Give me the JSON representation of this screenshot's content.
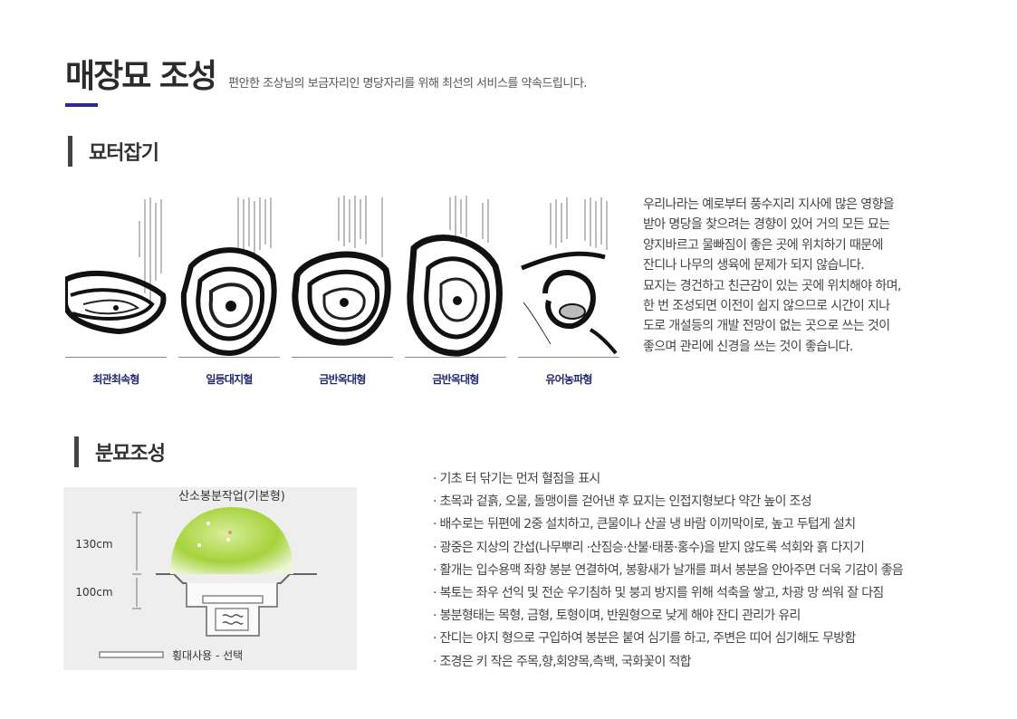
{
  "page": {
    "title": "매장묘 조성",
    "subtitle": "편안한 조상님의 보금자리인 명당자리를 위해 최선의 서비스를 약속드립니다."
  },
  "section1": {
    "title": "묘터잡기",
    "maps": [
      {
        "label": "최관최속형",
        "icon": "feng-shui-map-icon"
      },
      {
        "label": "일등대지혈",
        "icon": "feng-shui-map-icon"
      },
      {
        "label": "금반옥대형",
        "icon": "feng-shui-map-icon"
      },
      {
        "label": "금반옥대형",
        "icon": "feng-shui-map-icon"
      },
      {
        "label": "유어농파형",
        "icon": "feng-shui-map-icon"
      }
    ],
    "paragraph_lines": [
      "우리나라는 예로부터 풍수지리 지사에 많은 영향을",
      "받아 명당을 찾으려는 경향이 있어 거의 모든 묘는",
      "양지바르고 물빠짐이 좋은 곳에 위치하기 때문에",
      "잔디나 나무의 생육에 문제가 되지 않습니다.",
      "묘지는 경건하고 친근감이 있는 곳에 위치해야 하며,",
      "한 번 조성되면 이전이 쉽지 않으므로 시간이 지나",
      "도로 개설등의 개발 전망이 없는 곳으로 쓰는 것이",
      "좋으며 관리에 신경을 쓰는 것이  좋습니다."
    ]
  },
  "section2": {
    "title": "분묘조성",
    "diagram": {
      "title": "산소봉분작업(기본형)",
      "label_top": "130cm",
      "label_bottom": "100cm",
      "legend": "횡대사용 - 선택"
    },
    "bullets": [
      "· 기초 터 닦기는 먼저 혈점을 표시",
      "· 초목과 겉흙, 오물, 돌맹이를 걷어낸 후 묘지는 인접지형보다 약간 높이 조성",
      "· 배수로는 뒤편에 2중 설치하고, 큰물이나 산골 냉 바람 이끼막이로, 높고 두텁게 설치",
      "· 광중은 지상의 간섭(나무뿌리 ·산짐승·산불·태풍·홍수)을 받지 않도록 석회와 흙 다지기",
      "· 활개는 입수용맥 좌향 봉분 연결하여, 봉황새가 날개를 펴서 봉분을 안아주면 더욱 기감이 좋음",
      "· 복토는 좌우 선익 및 전순 우기침하 및 붕괴 방지를 위해 석축을 쌓고, 차광 망 씌워 잘 다짐",
      "· 봉분형태는 목형, 금형, 토형이며, 반원형으로 낮게 해야 잔디 관리가 유리",
      "· 잔디는 야지 형으로 구입하여 봉분은 붙여 심기를 하고, 주변은 띠어 심기해도 무방함",
      "· 조경은 키 작은 주목,향,회양목,측백, 국화꽃이 적합"
    ]
  }
}
